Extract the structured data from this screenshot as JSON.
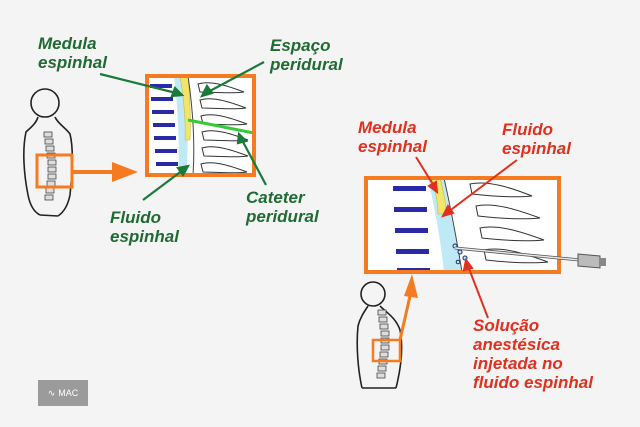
{
  "labels": {
    "medula_left": "Medula\nespinhal",
    "espaco_peridural": "Espaço\nperidural",
    "fluido_left": "Fluido\nespinhal",
    "cateter_peridural": "Cateter\nperidural",
    "medula_right": "Medula\nespinhal",
    "fluido_right": "Fluido\nespinhal",
    "solucao": "Solução\nanestésica\ninjetada no\nfluido espinhal"
  },
  "logo": {
    "text": "MAC"
  },
  "colors": {
    "label_green": "#1f6b33",
    "label_red": "#e0301e",
    "arrow_green": "#1a7a3a",
    "accent_orange": "#f47b20",
    "vertebra_blue": "#2a2aa8",
    "spinal_cord_yellow": "#f2e66a",
    "fluid_cyan": "#bfeaf5",
    "catheter_green": "#33cc33"
  }
}
